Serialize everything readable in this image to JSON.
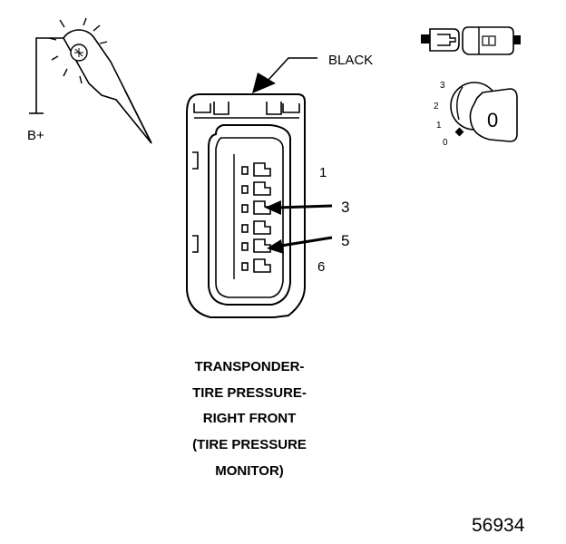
{
  "probe": {
    "label": "B+"
  },
  "wire": {
    "color_label": "BLACK"
  },
  "pins": {
    "first": "1",
    "mid_a": "3",
    "mid_b": "5",
    "last": "6"
  },
  "ignition": {
    "positions": [
      "3",
      "2",
      "1",
      "0"
    ],
    "key_label": "0"
  },
  "caption": {
    "lines": [
      "TRANSPONDER-",
      "TIRE PRESSURE-",
      "RIGHT FRONT",
      "(TIRE PRESSURE",
      "MONITOR)"
    ]
  },
  "figure_number": "56934"
}
